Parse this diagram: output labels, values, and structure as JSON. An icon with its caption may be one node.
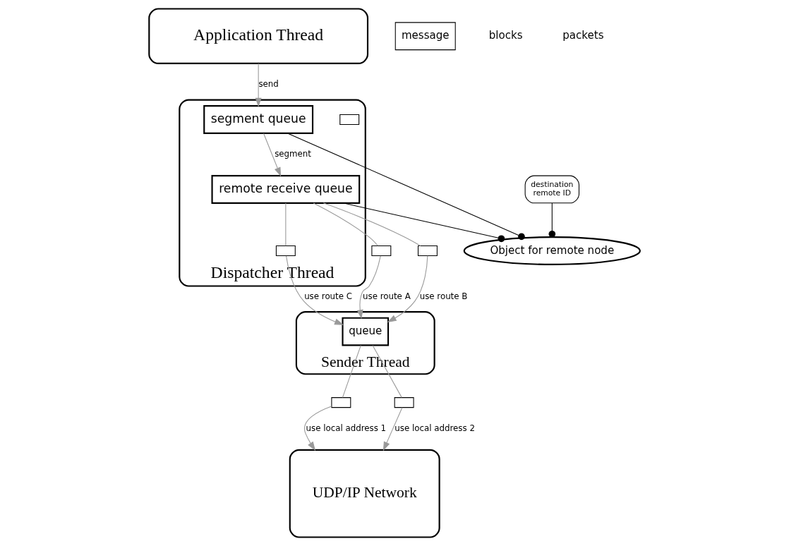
{
  "diagram": {
    "nodes": [
      {
        "text": [
          "Application Thread"
        ]
      },
      {
        "text": [
          "message"
        ]
      },
      {
        "text": [
          "destination",
          "remote ID"
        ]
      },
      {
        "text": [
          "Dispatcher Thread"
        ]
      },
      {
        "text": [],
        "shape": "box",
        "in": 3
      },
      {
        "text": [
          "segment queue"
        ],
        "in": 3
      },
      {
        "text": [
          "remote receive queue"
        ],
        "in": 3
      },
      {
        "text": [
          "Object for remote node"
        ]
      },
      {
        "text": [
          "Sender Thread"
        ]
      },
      {
        "text": [
          "queue"
        ],
        "in": 8
      },
      {
        "text": [
          "UDP/IP Network"
        ]
      },
      {
        "text": [],
        "shape": "box"
      },
      {
        "text": [],
        "shape": "box"
      },
      {
        "text": [],
        "shape": "box",
        "in": 3
      },
      {
        "text": [],
        "shape": "box"
      },
      {
        "text": [],
        "shape": "box"
      }
    ],
    "edges": [
      {
        "from": 0,
        "to": 5,
        "arrow": "to",
        "label": "send"
      },
      {
        "from": 2,
        "to": 7,
        "arrow": "other",
        "color": "#000000"
      },
      {
        "from": 5,
        "to": 7,
        "arrow": "other",
        "color": "#000000"
      },
      {
        "from": 6,
        "to": 7,
        "arrow": "other",
        "color": "#000000"
      },
      {
        "from": 5,
        "to": 6,
        "arrow": "to",
        "label": "segment"
      },
      {
        "from": 6,
        "to": 11,
        "arrow": "none"
      },
      {
        "from": 11,
        "to": 9,
        "arrow": "to",
        "label": "use route A"
      },
      {
        "from": 6,
        "to": 12,
        "arrow": "none"
      },
      {
        "from": 12,
        "to": 9,
        "arrow": "to",
        "label": "use route B"
      },
      {
        "from": 6,
        "to": 13,
        "arrow": "none"
      },
      {
        "from": 13,
        "to": 9,
        "arrow": "to",
        "label": "use route C"
      },
      {
        "from": 9,
        "to": 14,
        "arrow": "none"
      },
      {
        "from": 14,
        "to": 10,
        "arrow": "to",
        "label": "use local address 1"
      },
      {
        "from": 9,
        "to": 15,
        "arrow": "none"
      },
      {
        "from": 15,
        "to": 10,
        "arrow": "to",
        "label": "use local address 2"
      }
    ],
    "labels": [
      "blocks",
      "packets"
    ]
  }
}
